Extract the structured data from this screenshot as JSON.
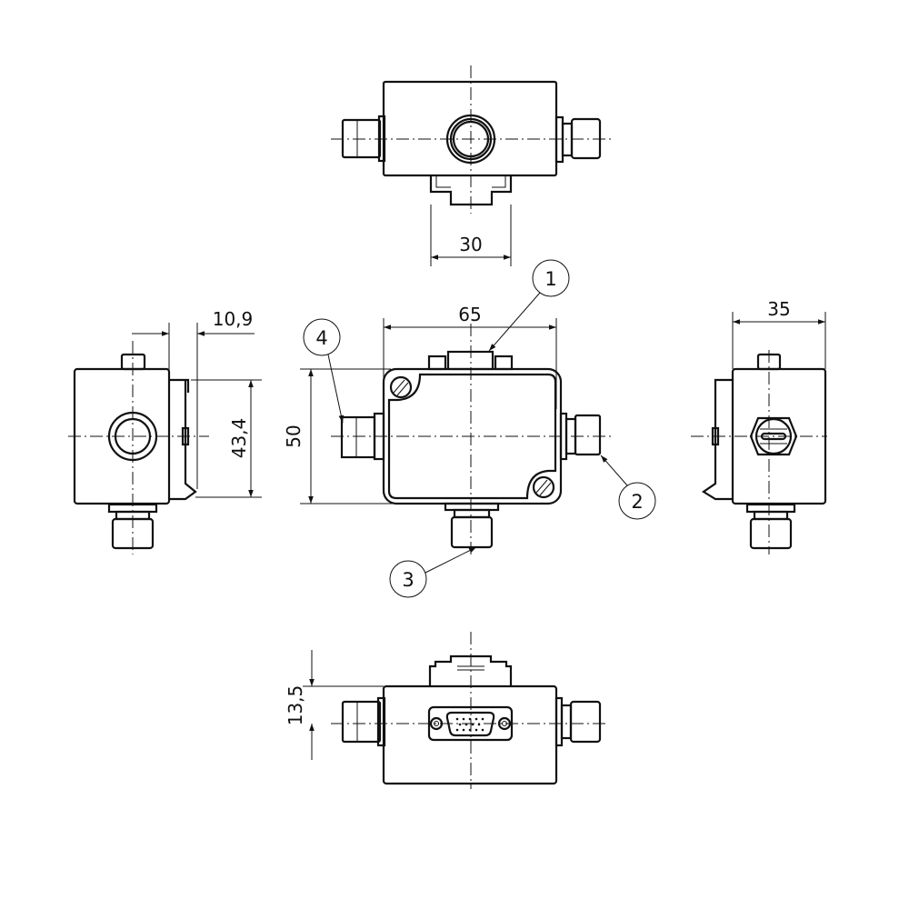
{
  "title": "Junction box dimensional drawing",
  "dimensions": {
    "top_clip_width": "30",
    "front_width": "65",
    "front_height": "50",
    "side_clip_depth": "10,9",
    "side_clip_height": "43,4",
    "side_depth": "35",
    "bottom_connector_offset": "13,5"
  },
  "callouts": [
    "1",
    "2",
    "3",
    "4"
  ],
  "colors": {
    "line": "#111111",
    "background": "#ffffff"
  }
}
